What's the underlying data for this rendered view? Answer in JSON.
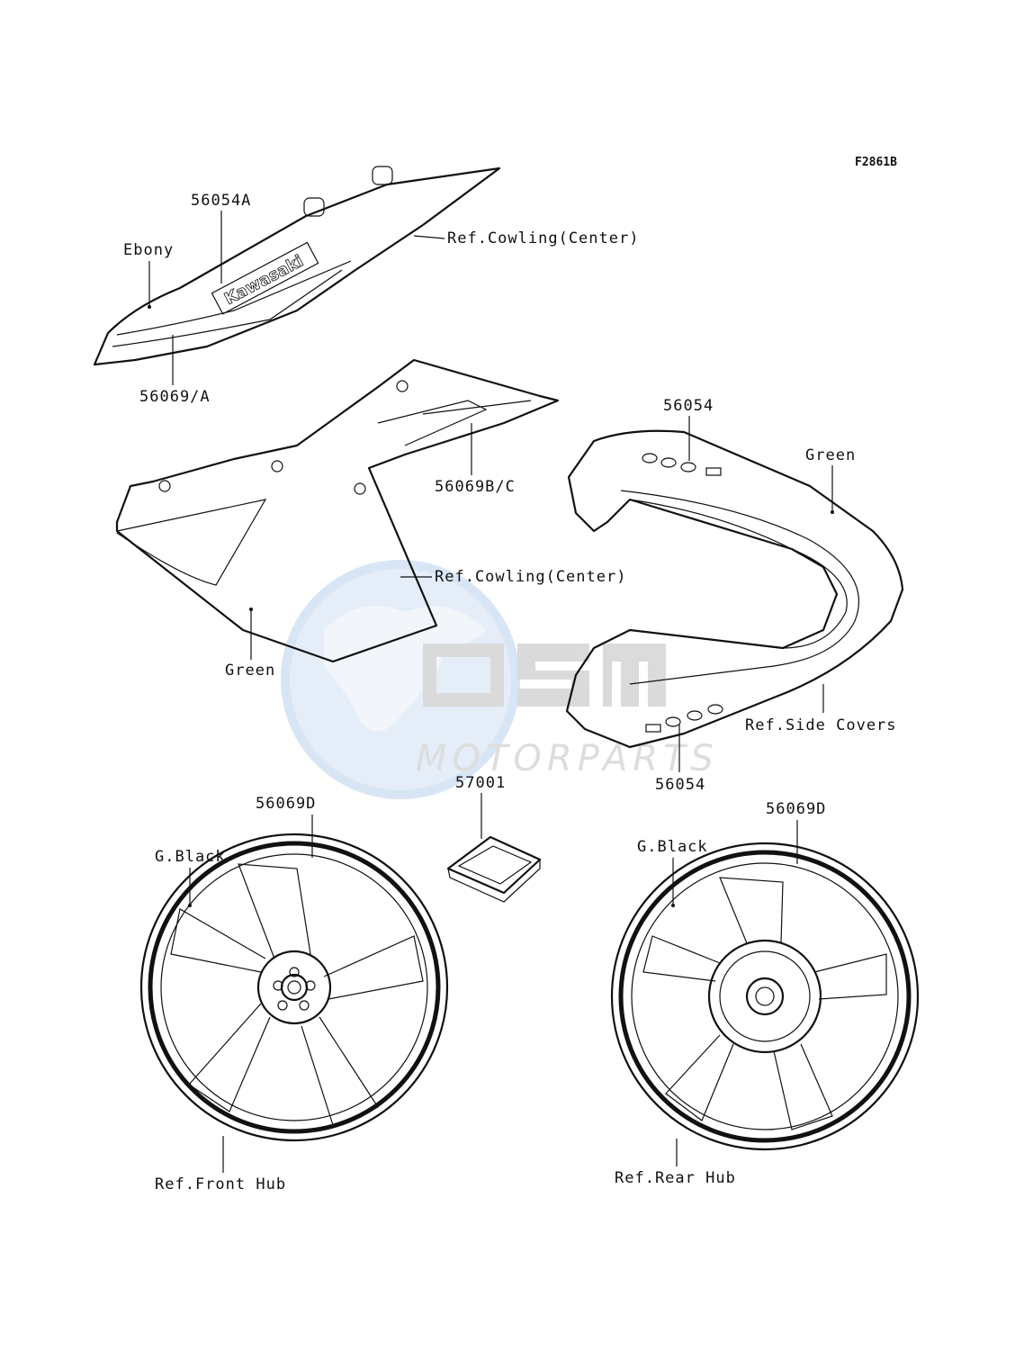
{
  "figure_code": "F2861B",
  "labels": {
    "p56054A": "56054A",
    "ebony": "Ebony",
    "ref_cowling_center_top": "Ref.Cowling(Center)",
    "p56069A": "56069/A",
    "kawasaki_logo": "Kawasaki",
    "p56069BC": "56069B/C",
    "ref_cowling_center_mid": "Ref.Cowling(Center)",
    "green_left": "Green",
    "p56054_top": "56054",
    "green_right": "Green",
    "ref_side_covers": "Ref.Side Covers",
    "p56054_bottom": "56054",
    "p57001": "57001",
    "p56069D_left": "56069D",
    "g_black_left": "G.Black",
    "ref_front_hub": "Ref.Front Hub",
    "p56069D_right": "56069D",
    "g_black_right": "G.Black",
    "ref_rear_hub": "Ref.Rear Hub"
  },
  "watermark": {
    "brand": "OSM",
    "subtitle": "MOTORPARTS",
    "colors": {
      "blue": "#a9c8ea",
      "grey": "#c8c8c8"
    }
  }
}
